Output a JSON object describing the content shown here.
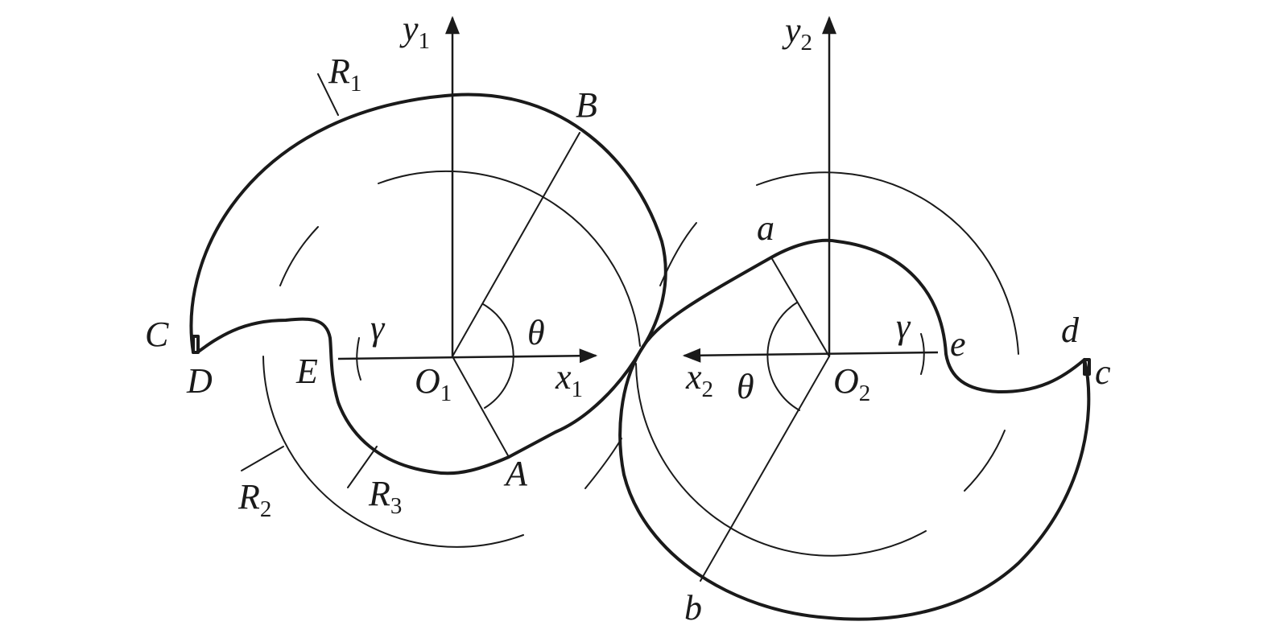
{
  "rotor1": {
    "axis_x": "x",
    "axis_x_sub": "1",
    "axis_y": "y",
    "axis_y_sub": "1",
    "origin": "O",
    "origin_sub": "1",
    "angle_theta": "θ",
    "angle_gamma": "γ",
    "points": {
      "A": "A",
      "B": "B",
      "C": "C",
      "D": "D",
      "E": "E"
    },
    "radii": [
      {
        "letter": "R",
        "sub": "1"
      },
      {
        "letter": "R",
        "sub": "2"
      },
      {
        "letter": "R",
        "sub": "3"
      }
    ]
  },
  "rotor2": {
    "axis_x": "x",
    "axis_x_sub": "2",
    "axis_y": "y",
    "axis_y_sub": "2",
    "origin": "O",
    "origin_sub": "2",
    "angle_theta": "θ",
    "angle_gamma": "γ",
    "points": {
      "a": "a",
      "b": "b",
      "c": "c",
      "d": "d",
      "e": "e"
    }
  }
}
